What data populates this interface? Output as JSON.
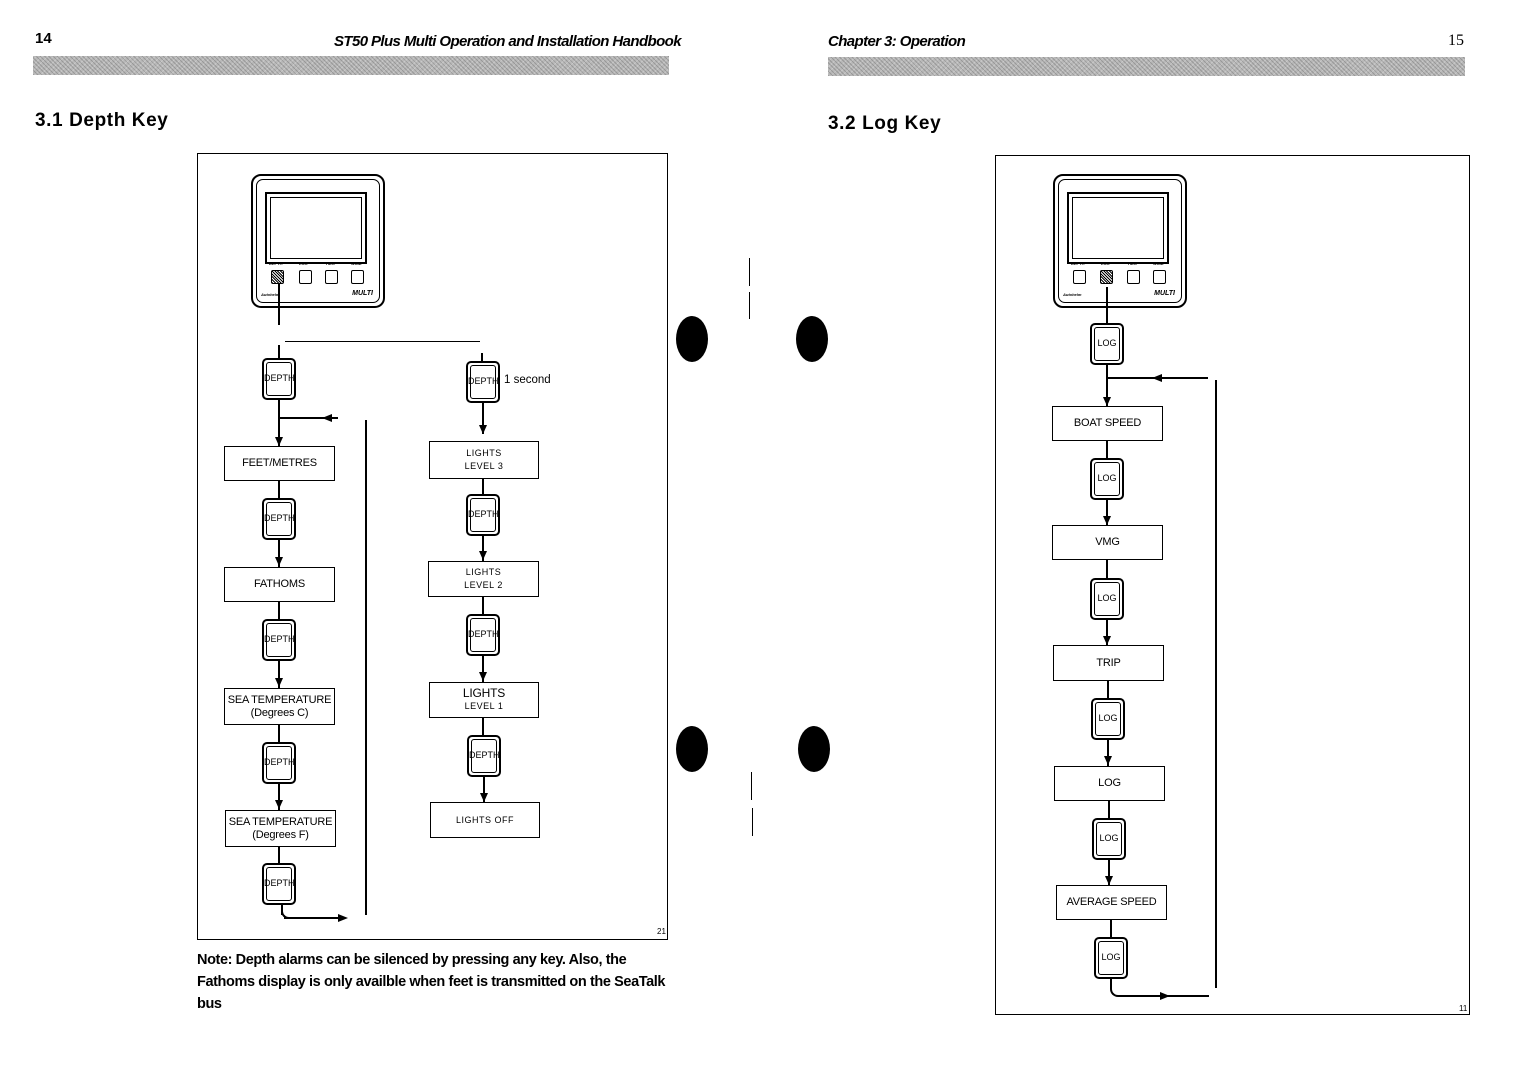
{
  "left_page": {
    "page_number": "14",
    "running_title": "ST50 Plus Multi Operation and Installation Handbook",
    "section_title": "3.1 Depth Key",
    "figure_number": "21",
    "instrument": {
      "key_labels": [
        "DEPTH",
        "LOG",
        "HDG",
        "WIND"
      ],
      "brand": "Autohelm",
      "model": "MULTI"
    },
    "left_column": {
      "keys": [
        "DEPTH",
        "DEPTH",
        "DEPTH",
        "DEPTH",
        "DEPTH"
      ],
      "boxes": [
        {
          "line1": "FEET/METRES",
          "line2": ""
        },
        {
          "line1": "FATHOMS",
          "line2": ""
        },
        {
          "line1": "SEA TEMPERATURE",
          "line2": "(Degrees C)"
        },
        {
          "line1": "SEA TEMPERATURE",
          "line2": "(Degrees F)"
        }
      ]
    },
    "right_column": {
      "keys": [
        "DEPTH",
        "DEPTH",
        "DEPTH",
        "DEPTH"
      ],
      "hold_label": "1 second",
      "boxes": [
        {
          "line1": "LIGHTS",
          "line2": "LEVEL 3"
        },
        {
          "line1": "LIGHTS",
          "line2": "LEVEL 2"
        },
        {
          "line1": "LIGHTS",
          "line2": "LEVEL 1"
        },
        {
          "line1": "LIGHTS OFF",
          "line2": ""
        }
      ]
    },
    "note": {
      "line1": "Note: Depth alarms can be silenced by pressing any key. Also, the",
      "line2": "Fathoms display is only availble when feet is transmitted on the SeaTalk",
      "line3": "bus"
    }
  },
  "right_page": {
    "page_number": "15",
    "running_title": "Chapter 3: Operation",
    "section_title": "3.2 Log Key",
    "figure_number": "11",
    "instrument": {
      "key_labels": [
        "DEPTH",
        "LOG",
        "HDG",
        "WIND"
      ],
      "brand": "Autohelm",
      "model": "MULTI"
    },
    "keys": [
      "LOG",
      "LOG",
      "LOG",
      "LOG",
      "LOG",
      "LOG"
    ],
    "boxes": [
      "BOAT SPEED",
      "VMG",
      "TRIP",
      "LOG",
      "AVERAGE SPEED"
    ]
  }
}
